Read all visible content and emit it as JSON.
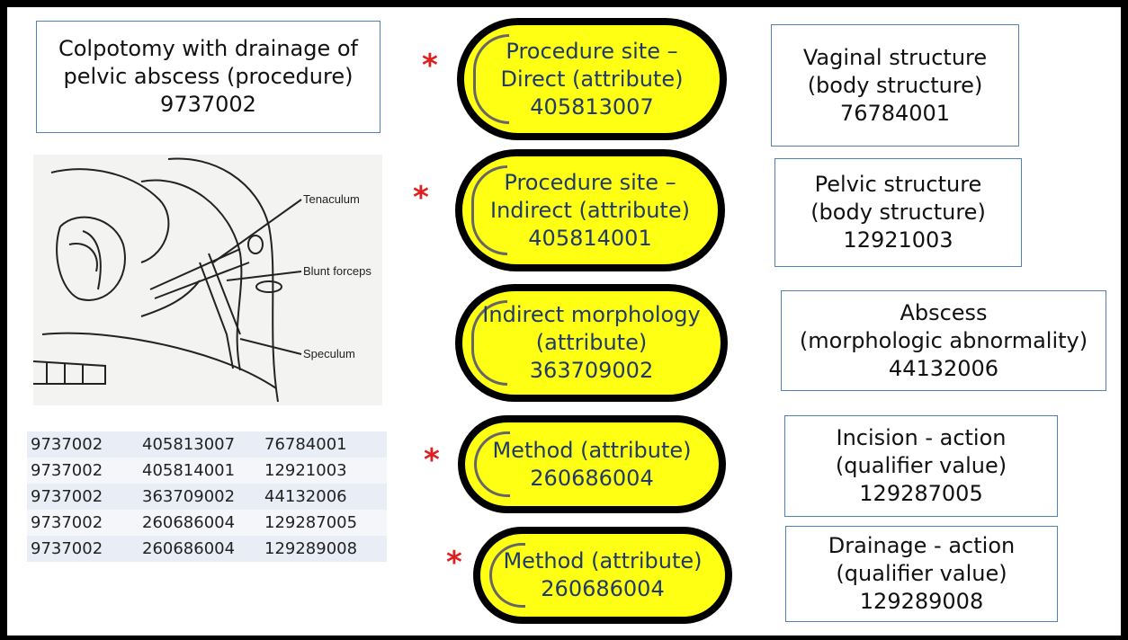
{
  "procedure_box": {
    "lines": [
      "Colpotomy with drainage of",
      "pelvic abscess (procedure)",
      "9737002"
    ]
  },
  "illustration": {
    "labels": [
      "Tenaculum",
      "Blunt forceps",
      "Speculum"
    ]
  },
  "attributes": [
    {
      "lines": [
        "Procedure site –",
        "Direct (attribute)",
        "405813007"
      ],
      "starred": true
    },
    {
      "lines": [
        "Procedure site –",
        "Indirect (attribute)",
        "405814001"
      ],
      "starred": true
    },
    {
      "lines": [
        "Indirect morphology",
        "(attribute)",
        "363709002"
      ],
      "starred": false
    },
    {
      "lines": [
        "Method (attribute)",
        "260686004"
      ],
      "starred": true
    },
    {
      "lines": [
        "Method (attribute)",
        "260686004"
      ],
      "starred": true
    }
  ],
  "values": [
    {
      "lines": [
        "Vaginal structure",
        "(body structure)",
        "76784001"
      ]
    },
    {
      "lines": [
        "Pelvic structure",
        "(body structure)",
        "12921003"
      ]
    },
    {
      "lines": [
        "Abscess",
        "(morphologic abnormality)",
        "44132006"
      ]
    },
    {
      "lines": [
        "Incision - action",
        "(qualifier value)",
        "129287005"
      ]
    },
    {
      "lines": [
        "Drainage - action",
        "(qualifier value)",
        "129289008"
      ]
    }
  ],
  "star_symbol": "*",
  "relationship_table": [
    [
      "9737002",
      "405813007",
      "76784001"
    ],
    [
      "9737002",
      "405814001",
      "12921003"
    ],
    [
      "9737002",
      "363709002",
      "44132006"
    ],
    [
      "9737002",
      "260686004",
      "129287005"
    ],
    [
      "9737002",
      "260686004",
      "129289008"
    ]
  ],
  "colors": {
    "pill_fill": "#ffff14",
    "pill_text": "#1f3a68",
    "star": "#e02020",
    "box_border": "#4f81bd"
  }
}
